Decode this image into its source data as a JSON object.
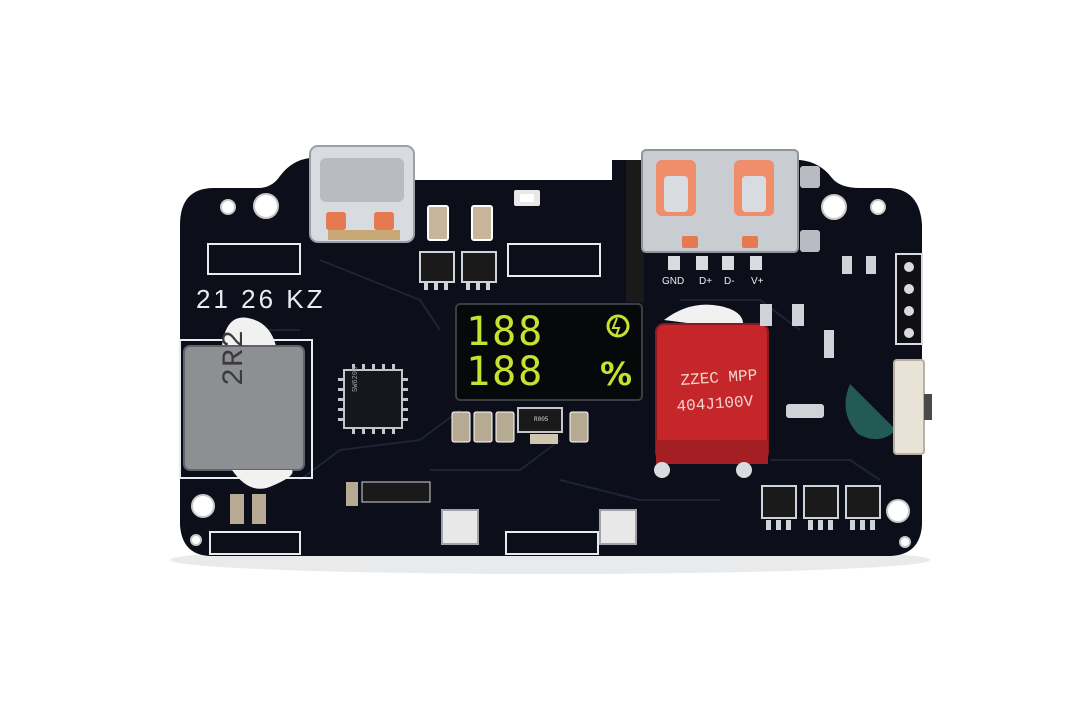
{
  "image": {
    "subject": "Power bank PCB module with LED display",
    "silkscreen": {
      "board_code": "21 26 KZ",
      "usb_pins": [
        "GND",
        "D+",
        "D-",
        "V+"
      ]
    },
    "components": {
      "capacitor_line1": "ZZEC MPP",
      "capacitor_line2": "404J100V",
      "inductor_marking": "2R2",
      "ic_marking": "SW6208",
      "smd_marking": "R005"
    },
    "display": {
      "top_digits": "188",
      "bottom_digits": "188",
      "percent_symbol": "%"
    },
    "colors": {
      "pcb": "#0c0f1a",
      "display_digits": "#c4e22f",
      "capacitor": "#c4262a",
      "usb_insulator": "#e57a52"
    }
  }
}
